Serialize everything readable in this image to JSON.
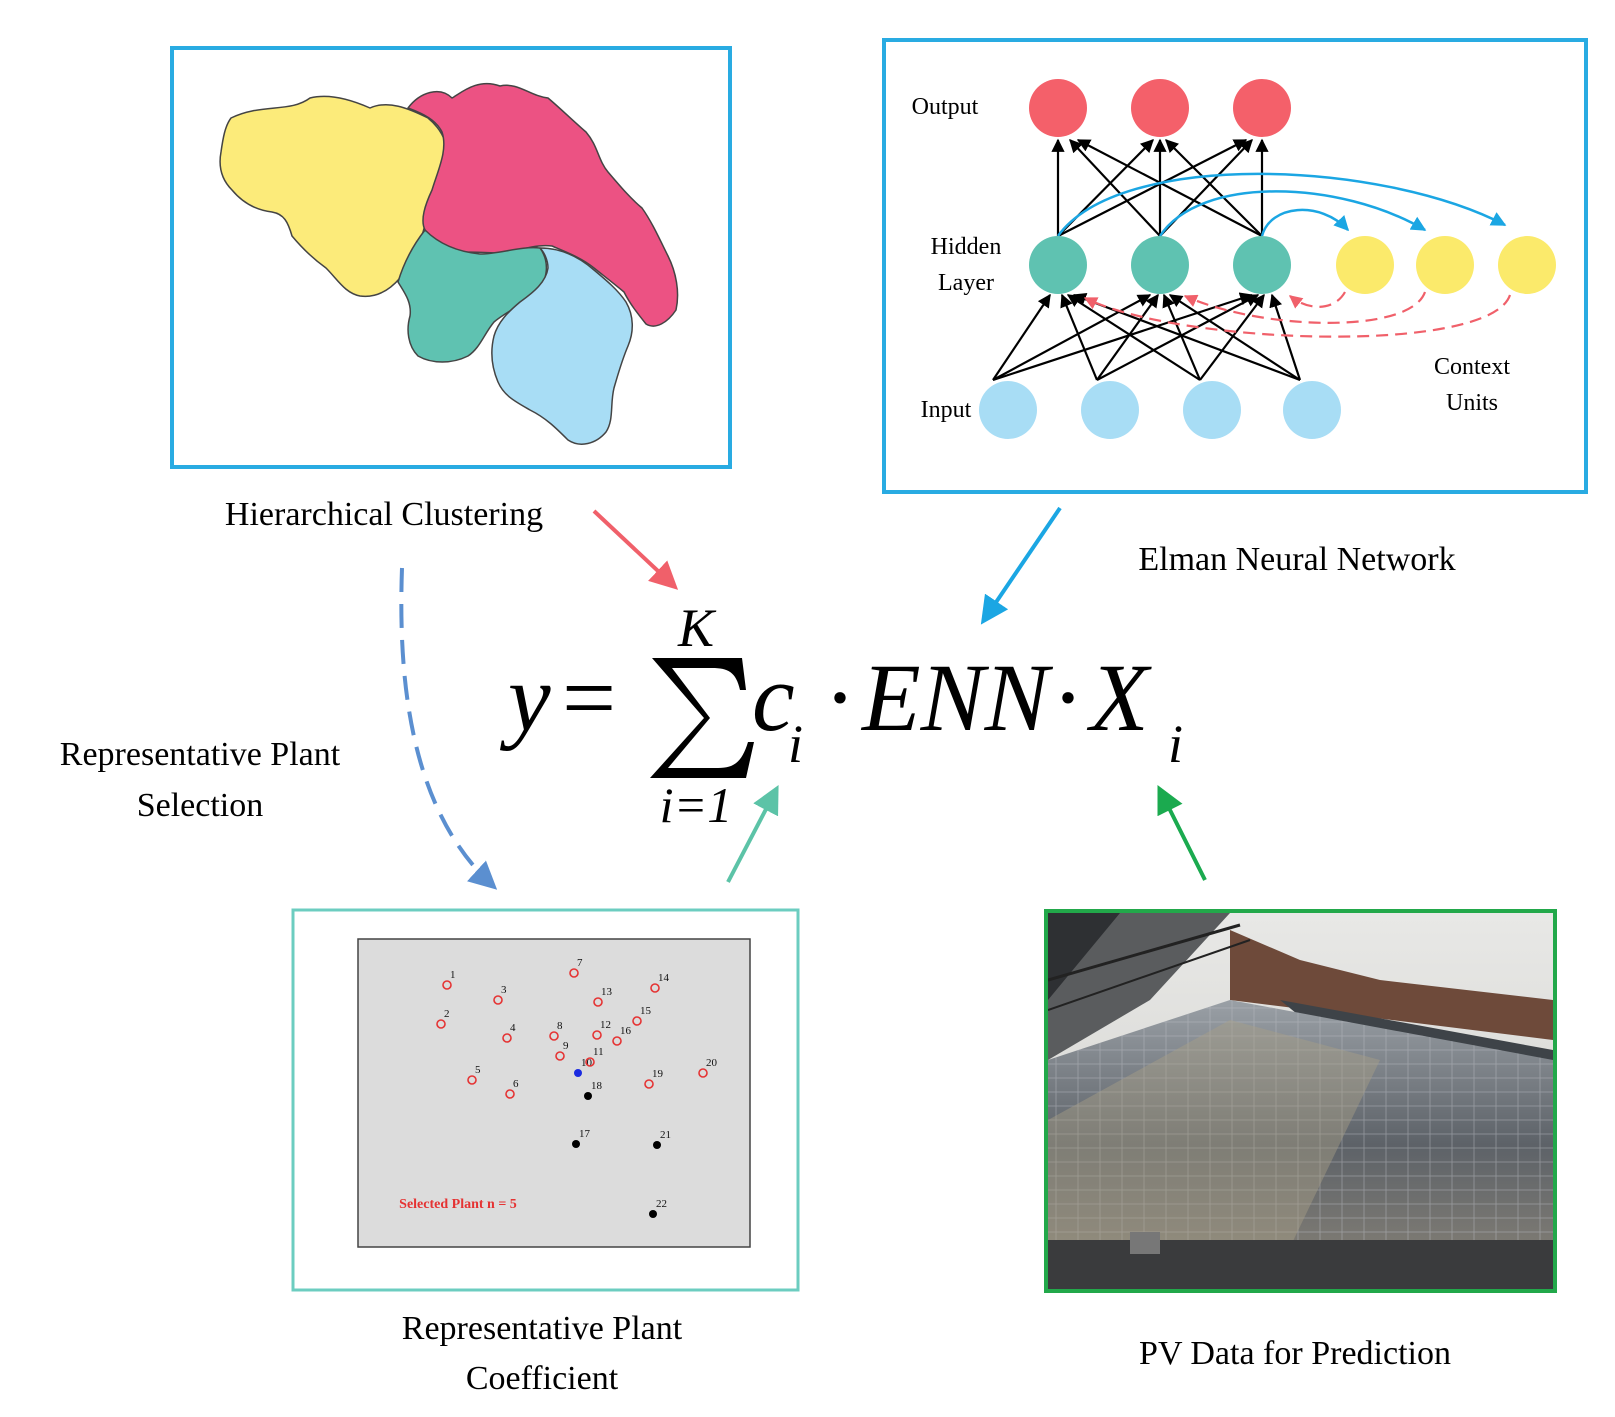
{
  "labels": {
    "clustering": "Hierarchical Clustering",
    "elman": "Elman Neural Network",
    "selection_line1": "Representative Plant",
    "selection_line2": "Selection",
    "coefficient_line1": "Representative Plant",
    "coefficient_line2": "Coefficient",
    "pv": "PV Data for Prediction"
  },
  "network": {
    "output": "Output",
    "hidden_line1": "Hidden",
    "hidden_line2": "Layer",
    "input": "Input",
    "context_line1": "Context",
    "context_line2": "Units"
  },
  "formula": {
    "lhs": "y",
    "equals": "=",
    "upper": "K",
    "lower": "i=1",
    "c": "c",
    "c_sub": "i",
    "dot": "·",
    "enn": "ENN",
    "x": "X",
    "x_sub": "i"
  },
  "scatter": {
    "caption": "Selected Plant n = 5",
    "points": [
      {
        "id": "1",
        "state": "candidate"
      },
      {
        "id": "2",
        "state": "candidate"
      },
      {
        "id": "3",
        "state": "candidate"
      },
      {
        "id": "4",
        "state": "candidate"
      },
      {
        "id": "5",
        "state": "candidate"
      },
      {
        "id": "6",
        "state": "candidate"
      },
      {
        "id": "7",
        "state": "candidate"
      },
      {
        "id": "8",
        "state": "candidate"
      },
      {
        "id": "9",
        "state": "candidate"
      },
      {
        "id": "10",
        "state": "center"
      },
      {
        "id": "11",
        "state": "candidate"
      },
      {
        "id": "12",
        "state": "candidate"
      },
      {
        "id": "13",
        "state": "candidate"
      },
      {
        "id": "14",
        "state": "candidate"
      },
      {
        "id": "15",
        "state": "candidate"
      },
      {
        "id": "16",
        "state": "candidate"
      },
      {
        "id": "17",
        "state": "selected"
      },
      {
        "id": "18",
        "state": "selected"
      },
      {
        "id": "19",
        "state": "candidate"
      },
      {
        "id": "20",
        "state": "candidate"
      },
      {
        "id": "21",
        "state": "selected"
      },
      {
        "id": "22",
        "state": "selected"
      }
    ]
  },
  "colors": {
    "frame_blue": "#29ABE2",
    "frame_teal": "#6CCDC0",
    "frame_green": "#22A84A",
    "arrow_red": "#F0606A",
    "arrow_blue": "#1BA6E3",
    "arrow_dash": "#5B8FD0",
    "arrow_teal": "#5CC3A7",
    "arrow_green": "#1BAA4F",
    "region_yellow": "#FCEB7A",
    "region_pink": "#EC5283",
    "region_teal": "#5FC2B1",
    "region_blue": "#A8DDF5",
    "node_output": "#F4606A",
    "node_hidden": "#5FC2B1",
    "node_context": "#FBEA6B",
    "node_input": "#A8DDF5",
    "scatter_bg": "#DCDCDC",
    "scatter_red": "#E53333",
    "scatter_blue": "#1B2BE0",
    "scatter_black": "#000000"
  },
  "icons": {
    "map": "clustered-region-map",
    "photo": "rooftop-solar-panels-photo"
  }
}
